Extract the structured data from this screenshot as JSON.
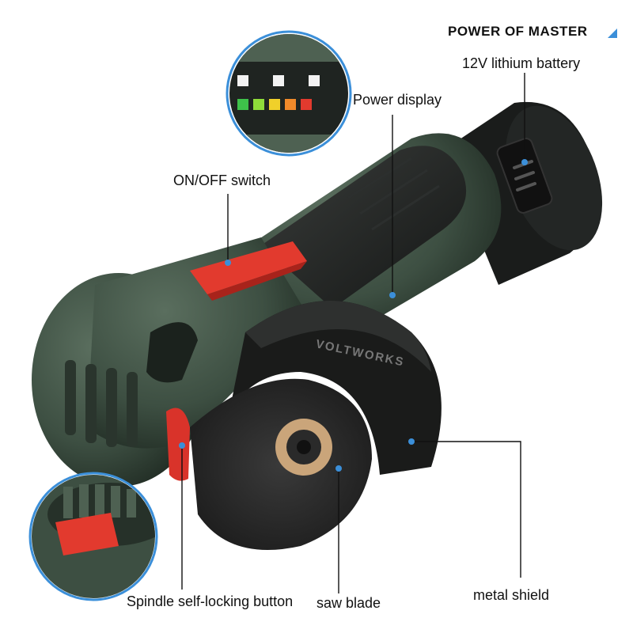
{
  "brand": {
    "tagline": "POWER OF MASTER",
    "accent_color": "#3b8fd9"
  },
  "product": {
    "engraving": "VOLTWORKS"
  },
  "callouts": {
    "battery": "12V lithium battery",
    "power_display": "Power display",
    "on_off_switch": "ON/OFF switch",
    "spindle_lock": "Spindle self-locking button",
    "saw_blade": "saw blade",
    "metal_shield": "metal shield"
  },
  "colors": {
    "body_green": "#3d4f42",
    "grip_black": "#1d1f1e",
    "switch_red": "#e23a2e",
    "marker_blue": "#3b8fd9"
  }
}
